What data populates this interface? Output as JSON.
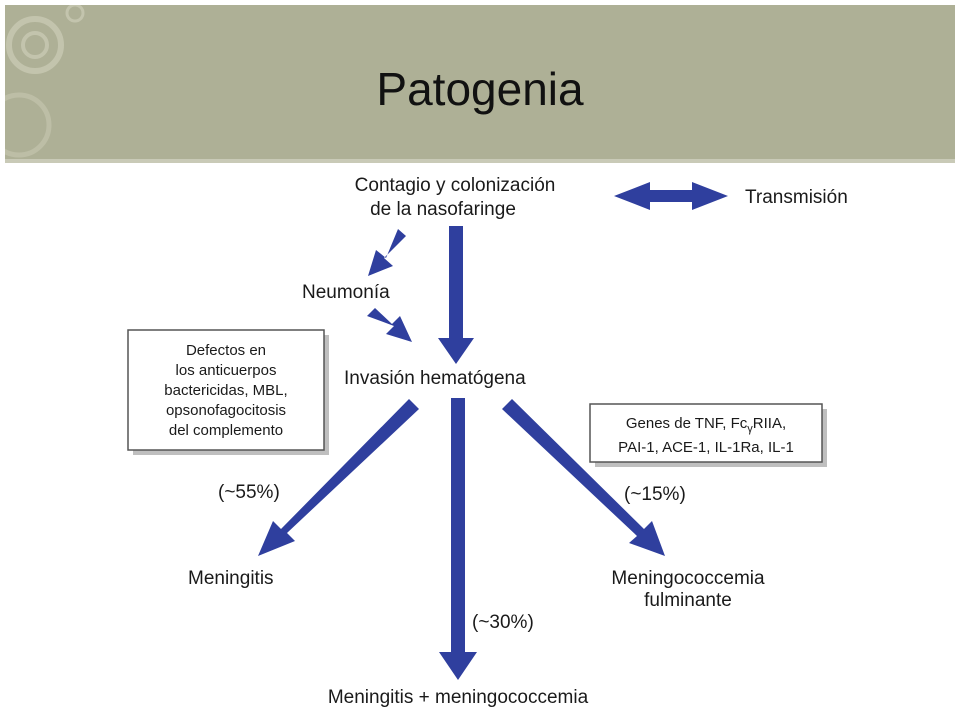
{
  "title": "Patogenia",
  "nodes": {
    "contagio_line1": "Contagio y colonización",
    "contagio_line2": "de la nasofaringe",
    "transmision": "Transmisión",
    "neumonia": "Neumonía",
    "invasion": "Invasión hematógena",
    "meningitis": "Meningitis",
    "meningococcemia_line1": "Meningococcemia",
    "meningococcemia_line2": "fulminante",
    "combined": "Meningitis + meningococcemia"
  },
  "percentages": {
    "meningitis": "(~55%)",
    "combined": "(~30%)",
    "meningococcemia": "(~15%)"
  },
  "left_box": {
    "lines": [
      "Defectos en",
      "los anticuerpos",
      "bactericidas, MBL,",
      "opsonofagocitosis",
      "del complemento"
    ]
  },
  "right_box": {
    "line1_a": "Genes de TNF, Fc",
    "line1_sub": "γ",
    "line1_b": "RIIA,",
    "line2": "PAI-1, ACE-1, IL-1Ra, IL-1"
  },
  "colors": {
    "arrow": "#2f3f9e",
    "header": "#aeb096",
    "text": "#1a1a1a"
  }
}
